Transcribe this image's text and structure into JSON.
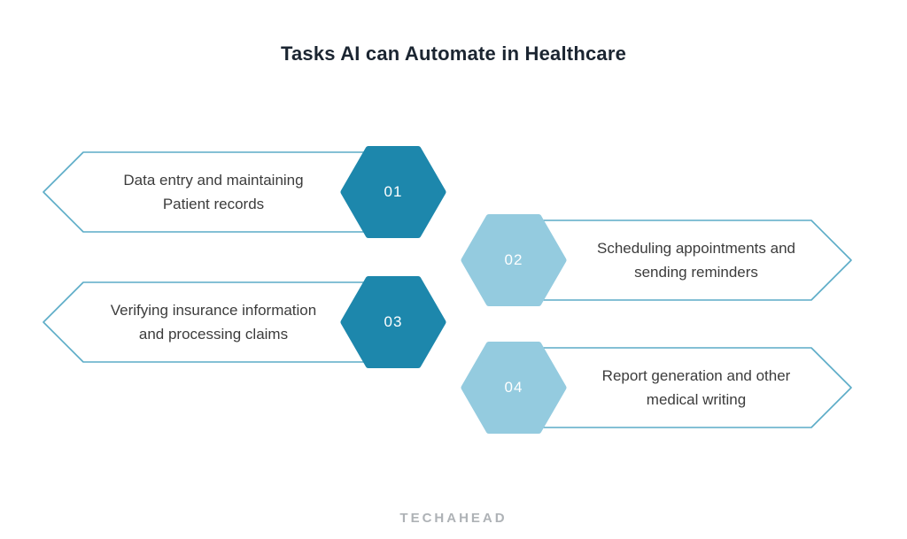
{
  "title": "Tasks AI can Automate in Healthcare",
  "items": [
    {
      "number": "01",
      "label": "Data entry and maintaining\nPatient records"
    },
    {
      "number": "02",
      "label": "Scheduling appointments and\nsending reminders"
    },
    {
      "number": "03",
      "label": "Verifying insurance information\nand processing claims"
    },
    {
      "number": "04",
      "label": "Report generation and other\nmedical writing"
    }
  ],
  "footer": {
    "brand": "TECHAHEAD"
  },
  "colors": {
    "hex_dark": "#1d87ac",
    "hex_light": "#94cbdf",
    "outline": "#5bacc7"
  }
}
